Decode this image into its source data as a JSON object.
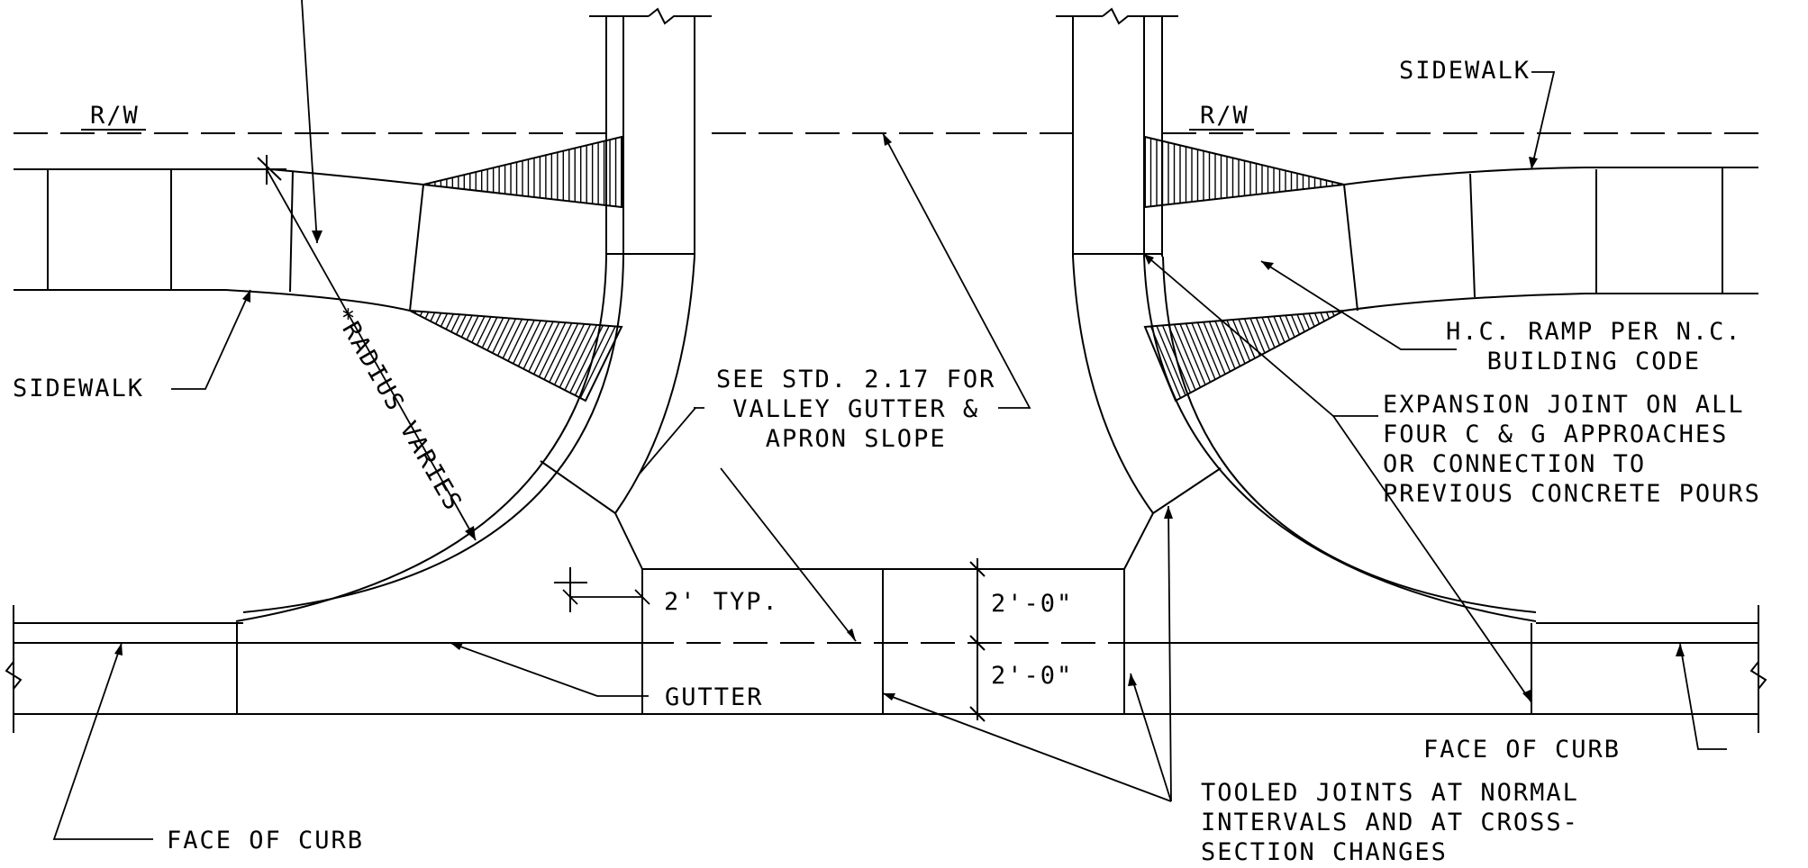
{
  "drawing": {
    "row_left": "R/W",
    "row_right": "R/W",
    "sidewalk_right": "SIDEWALK",
    "sidewalk_left": "SIDEWALK",
    "radius_varies": "*RADIUS VARIES",
    "see_std": [
      "SEE STD. 2.17 FOR",
      "VALLEY GUTTER &",
      "APRON SLOPE"
    ],
    "hc_ramp": [
      "H.C. RAMP PER N.C.",
      "BUILDING CODE"
    ],
    "expansion_joint": [
      "EXPANSION JOINT ON ALL",
      "FOUR C & G APPROACHES",
      "OR CONNECTION TO",
      "PREVIOUS CONCRETE POURS"
    ],
    "two_ft_typ": "2' TYP.",
    "dim_upper": "2'-0\"",
    "dim_lower": "2'-0\"",
    "gutter": "GUTTER",
    "face_of_curb_right": "FACE OF CURB",
    "face_of_curb_left": "FACE OF CURB",
    "tooled_joints": [
      "TOOLED JOINTS AT NORMAL",
      "INTERVALS AND AT CROSS-",
      "SECTION CHANGES"
    ]
  }
}
